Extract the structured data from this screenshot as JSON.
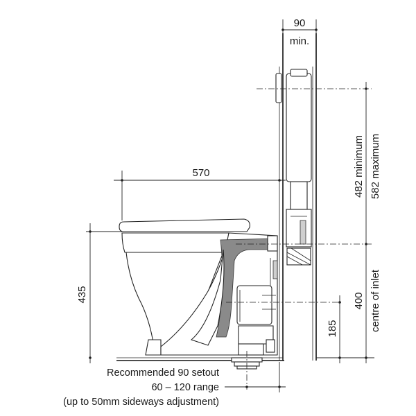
{
  "dimensions": {
    "top_width": "90",
    "top_width_note": "min.",
    "depth": "570",
    "seat_height": "435",
    "cistern_range_min": "482 minimum",
    "cistern_range_max": "582 maximum",
    "inlet_height": "400",
    "inlet_note": "centre of inlet",
    "outlet_height": "185"
  },
  "notes": {
    "setout": "Recommended 90 setout",
    "range": "60 – 120 range",
    "adjustment": "(up to 50mm sideways adjustment)"
  }
}
